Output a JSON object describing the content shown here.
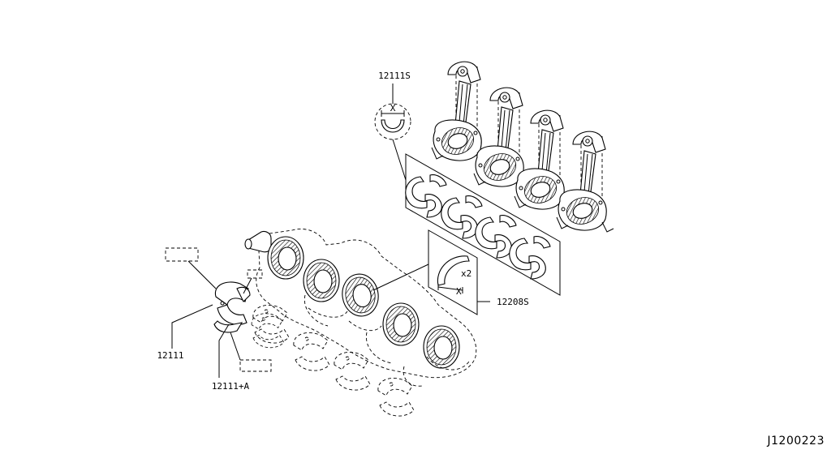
{
  "callouts": {
    "conrod_bearing_code": "12111S",
    "main_bearing_code": "12208S",
    "bearing_upper_code": "12111",
    "bearing_lower_code": "12111+A"
  },
  "detail": {
    "width_mark": "X",
    "quantity": "x2"
  },
  "diagram_id": "J1200223",
  "icons": {
    "bearing_detail": "bearing-shell-detail-icon",
    "thrust_washer_detail": "thrust-washer-detail-icon",
    "connecting_rod": "connecting-rod-icon",
    "crankshaft": "crankshaft-icon"
  }
}
